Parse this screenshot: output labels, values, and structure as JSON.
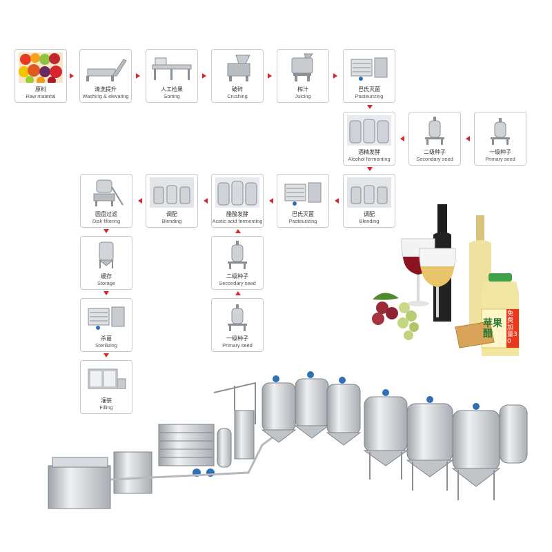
{
  "steps": {
    "raw_material": {
      "cn": "原料",
      "en": "Raw material"
    },
    "washing": {
      "cn": "清洗提升",
      "en": "Washing & elevating"
    },
    "sorting": {
      "cn": "人工检果",
      "en": "Sorting"
    },
    "crushing": {
      "cn": "破碎",
      "en": "Crushing"
    },
    "juicing": {
      "cn": "榨汁",
      "en": "Juicing"
    },
    "pasteurizing1": {
      "cn": "巴氏灭菌",
      "en": "Pasteurizing"
    },
    "alcohol_fermenting": {
      "cn": "酒精发酵",
      "en": "Alcohol fermenting"
    },
    "secondary_seed1": {
      "cn": "二级种子",
      "en": "Secondary seed"
    },
    "primary_seed1": {
      "cn": "一级种子",
      "en": "Primary seed"
    },
    "blending1": {
      "cn": "调配",
      "en": "Blending"
    },
    "pasteurizing2": {
      "cn": "巴氏灭菌",
      "en": "Pasteurizing"
    },
    "acetic_fermenting": {
      "cn": "醋酸发酵",
      "en": "Acetic acid fermenting"
    },
    "blending2": {
      "cn": "调配",
      "en": "Blending"
    },
    "disk_filtering": {
      "cn": "圆盘过滤",
      "en": "Disk filtering"
    },
    "secondary_seed2": {
      "cn": "二级种子",
      "en": "Secondary seed"
    },
    "primary_seed2": {
      "cn": "一级种子",
      "en": "Primary seed"
    },
    "storage": {
      "cn": "缓存",
      "en": "Storage"
    },
    "sterilizing": {
      "cn": "杀菌",
      "en": "Sterilizing"
    },
    "filling": {
      "cn": "灌装",
      "en": "Filling"
    }
  },
  "product_label": {
    "name": "苹果醋",
    "promo": "免费加量30"
  },
  "colors": {
    "arrow": "#d92626",
    "card_border": "#c9c9c9",
    "steel": "#c8ccd0",
    "motor": "#2e6fb5"
  }
}
